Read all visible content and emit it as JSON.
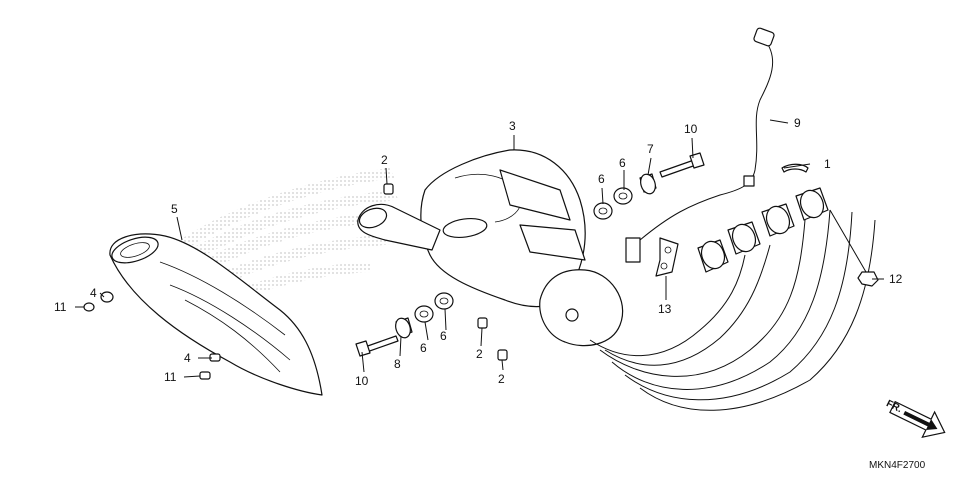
{
  "diagram": {
    "drawing_code": "MKN4F2700",
    "direction_label": "FR.",
    "callouts": [
      {
        "id": "c1",
        "label": "1"
      },
      {
        "id": "c2a",
        "label": "2"
      },
      {
        "id": "c2b",
        "label": "2"
      },
      {
        "id": "c2c",
        "label": "2"
      },
      {
        "id": "c3",
        "label": "3"
      },
      {
        "id": "c4a",
        "label": "4"
      },
      {
        "id": "c4b",
        "label": "4"
      },
      {
        "id": "c5",
        "label": "5"
      },
      {
        "id": "c6a",
        "label": "6"
      },
      {
        "id": "c6b",
        "label": "6"
      },
      {
        "id": "c6c",
        "label": "6"
      },
      {
        "id": "c6d",
        "label": "6"
      },
      {
        "id": "c7",
        "label": "7"
      },
      {
        "id": "c8",
        "label": "8"
      },
      {
        "id": "c9",
        "label": "9"
      },
      {
        "id": "c10a",
        "label": "10"
      },
      {
        "id": "c10b",
        "label": "10"
      },
      {
        "id": "c11a",
        "label": "11"
      },
      {
        "id": "c11b",
        "label": "11"
      },
      {
        "id": "c12",
        "label": "12"
      },
      {
        "id": "c13",
        "label": "13"
      }
    ]
  }
}
